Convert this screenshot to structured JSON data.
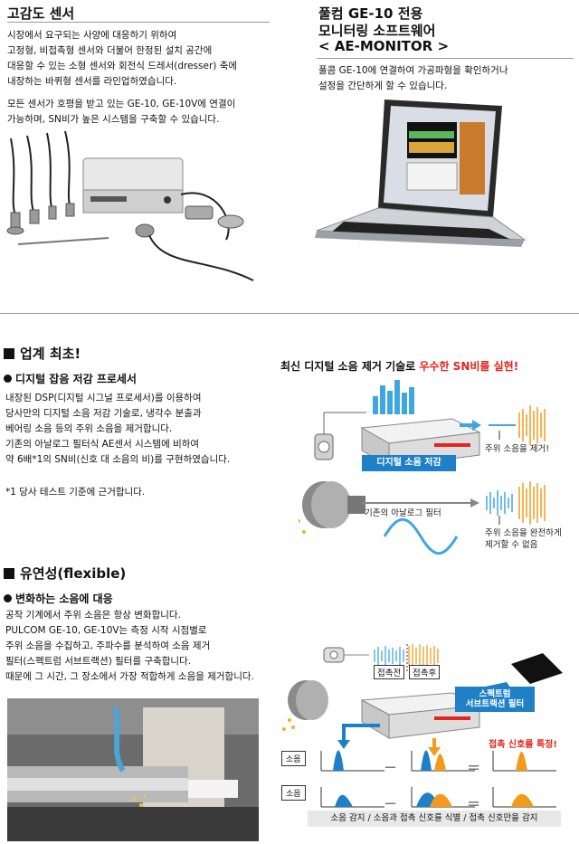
{
  "top_left": {
    "title": "고감도 센서",
    "para1": [
      "시장에서 요구되는 사양에 대응하기 위하여",
      "고정형, 비접촉형 센서와 더불어 한정된 설치 공간에",
      "대응할 수 있는 소형 센서와 회전식 드레서(dresser) 축에",
      "내장하는 바퀴형 센서를 라인업하였습니다."
    ],
    "para2": [
      "모든 센서가 호평을 받고 있는 GE-10, GE-10V에 연결이",
      "가능하며, SN비가 높은 시스템을 구축할 수 있습니다."
    ]
  },
  "top_right": {
    "title_line1": "풀컴 GE-10 전용",
    "title_line2": "모니터링 소프트웨어",
    "title_line3": "< AE-MONITOR >",
    "para": [
      "풀콤 GE-10에 연결하여 가공파형을 확인하거나",
      "설정을 간단하게 할 수 있습니다."
    ]
  },
  "section2": {
    "title": "업계 최초!",
    "sub": "디지털 잡음 저감 프로세서",
    "para": [
      "내장된 DSP(디지털 시그널 프로세서)를 이용하여",
      "당사만의 디지털 소음 저감 기술로, 냉각수 분출과",
      "베어링 소음 등의 주위 소음을 제거합니다.",
      "기존의 아날로그 필터식 AE센서 시스템에 비하여",
      "약 6배*1의 SN비(신호 대 소음의 비)를 구현하였습니다."
    ],
    "footnote": "*1 당사 테스트 기준에 근거합니다.",
    "diagram_title_black": "최신 디지털 소음 제거 기술로 ",
    "diagram_title_red": "우수한 SN비를 실현!",
    "digital_label": "디지털 소음 저감",
    "analog_label": "기존의 아날로그 필터",
    "result1": "주위 소음을 제거!",
    "result2_line1": "주위 소음을 완전하게",
    "result2_line2": "제거할 수 없음"
  },
  "section3": {
    "title": "유연성(flexible)",
    "sub": "변화하는 소음에 대응",
    "para": [
      "공작 기계에서 주위 소음은 항상 변화합니다.",
      "PULCOM GE-10, GE-10V는 측정 시작 시점별로",
      "주위 소음을 수집하고, 주파수를 분석하여 소음 제거",
      "필터(스펙트럼 서브트랙션) 필터를 구축합니다.",
      "때문에 그 시간, 그 장소에서 가장 적합하게 소음을 제거합니다."
    ],
    "before_label": "접촉전",
    "after_label": "접촉후",
    "filter_label_line1": "스펙트럼",
    "filter_label_line2": "서브트랙션 필터",
    "identify": "접촉 신호를 특정!",
    "noise1": "소음",
    "noise2": "소음",
    "minus": "−",
    "equals": "=",
    "bottom_bar": "소음 감지 / 소음과 접촉 신호를 식별 / 접촉 신호만을 감지"
  },
  "colors": {
    "accent_red": "#e4241d",
    "blue": "#1f7fc7",
    "orange": "#f29a1a"
  }
}
